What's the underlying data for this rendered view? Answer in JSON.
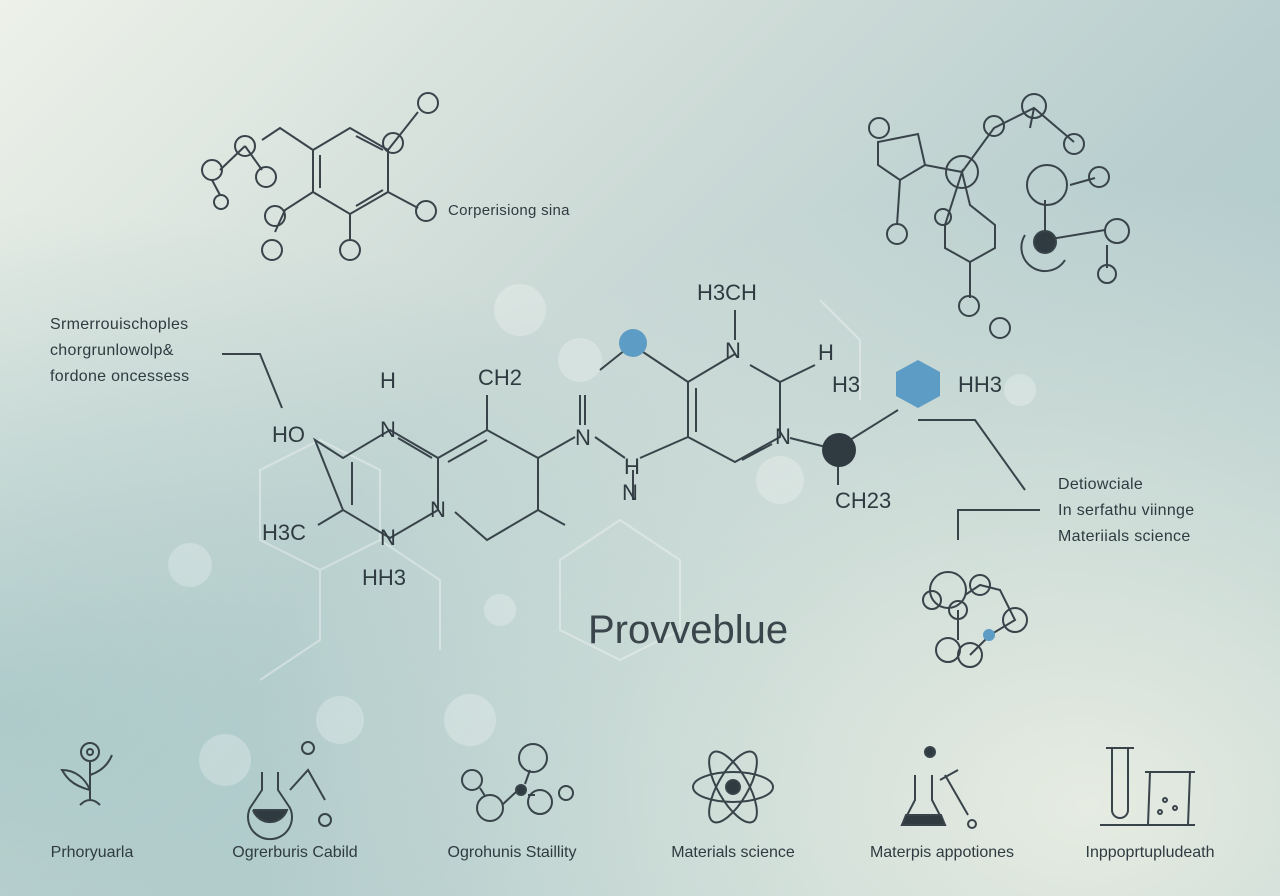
{
  "title": "Provveblue",
  "top_label": "Corperisiong sina",
  "left_label": [
    "Srmerrouischoples",
    "chorgrunlowolp&",
    "fordone oncessess"
  ],
  "right_label": [
    "Detiowciale",
    "In serfathu viinnge",
    "Materiials science"
  ],
  "atoms": [
    "HO",
    "H",
    "N",
    "CH2",
    "N",
    "N",
    "H",
    "H3CH",
    "N",
    "H",
    "H3",
    "HH3",
    "N",
    "CH23",
    "H3C",
    "N",
    "N",
    "HH3"
  ],
  "captions": [
    "Prhoryuarla",
    "Ogrerburis Cabild",
    "Ogrohunis Staillity",
    "Materials science",
    "Materpis appotiones",
    "Inppoprtupludeath"
  ],
  "colors": {
    "ink": "#2f3b40",
    "accent": "#5d9cc4"
  }
}
